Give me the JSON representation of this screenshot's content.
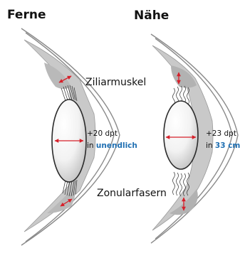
{
  "headings": {
    "far": "Ferne",
    "near": "Nähe"
  },
  "labels": {
    "ciliary_muscle": "Ziliarmuskel",
    "zonular_fibers": "Zonularfasern"
  },
  "far_panel": {
    "power": "+20 dpt",
    "focus_prefix": "in ",
    "focus_value": "unendlich"
  },
  "near_panel": {
    "power": "+23 dpt",
    "focus_prefix": "in ",
    "focus_value": "33 cm"
  },
  "colors": {
    "arrow": "#d6202a",
    "highlight": "#1f6fb2",
    "muscle": "#c9c9c9",
    "outline": "#8a8a8a"
  }
}
